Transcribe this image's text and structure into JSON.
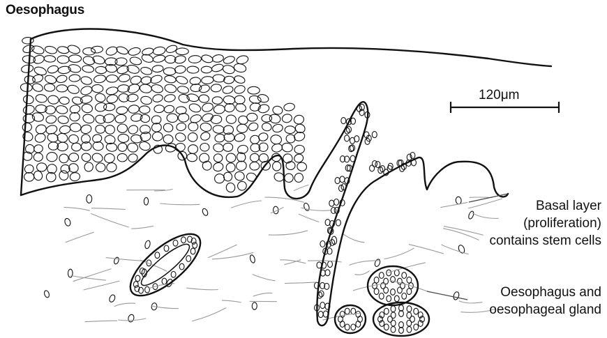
{
  "title": "Oesophagus",
  "scale_bar": {
    "label": "120μm"
  },
  "labels": {
    "basal_layer": [
      "Basal layer",
      "(proliferation)",
      "contains stem cells"
    ],
    "gland": [
      "Oesophagus and",
      "oesophageal gland"
    ]
  },
  "colors": {
    "ink": "#111111",
    "fiber": "#9a9a9a",
    "background": "#ffffff"
  }
}
